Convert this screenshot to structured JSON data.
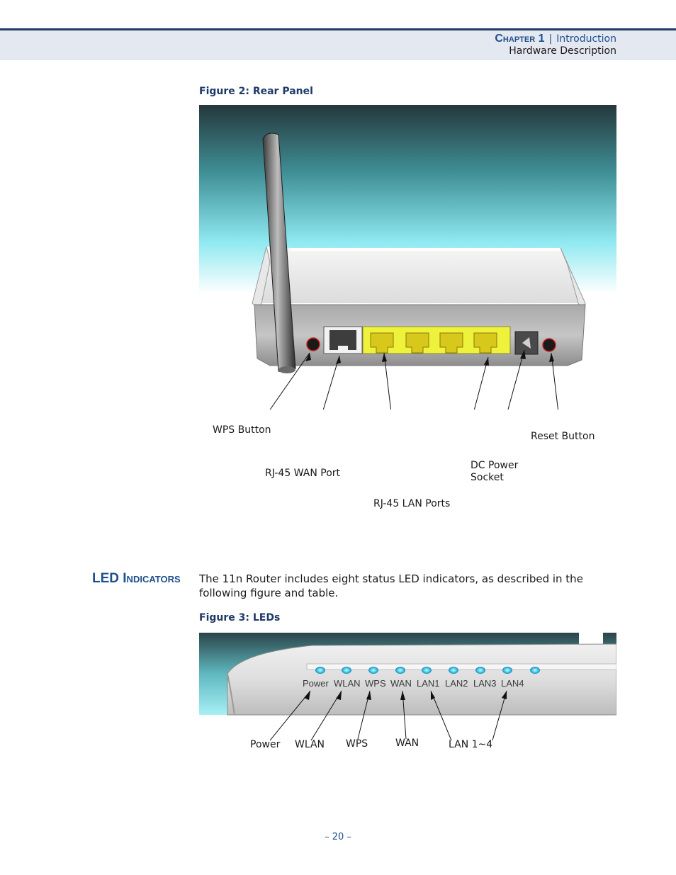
{
  "header": {
    "chapter_label": "Chapter 1",
    "separator": "|",
    "chapter_title": "Introduction",
    "section": "Hardware Description"
  },
  "figure2": {
    "caption": "Figure 2:  Rear Panel",
    "callouts": {
      "wps_button": "WPS Button",
      "wan_port": "RJ-45 WAN Port",
      "lan_ports": "RJ-45 LAN Ports",
      "dc_power_1": "DC Power",
      "dc_power_2": "Socket",
      "reset_button": "Reset Button"
    }
  },
  "section": {
    "heading": "LED Indicators",
    "body": "The 11n Router includes eight status LED indicators, as described in the following figure and table."
  },
  "figure3": {
    "caption": "Figure 3:  LEDs",
    "panel_labels": [
      "Power",
      "WLAN",
      "WPS",
      "WAN",
      "LAN1",
      "LAN2",
      "LAN3",
      "LAN4"
    ],
    "callouts": {
      "power": "Power",
      "wlan": "WLAN",
      "wps": "WPS",
      "wan": "WAN",
      "lan": "LAN 1~4"
    }
  },
  "footer": {
    "page_number": "–  20  –"
  }
}
